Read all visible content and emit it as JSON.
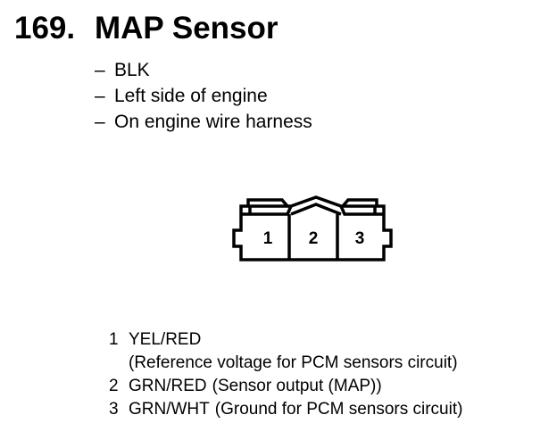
{
  "header": {
    "number": "169.",
    "title": "MAP Sensor"
  },
  "info": [
    "BLK",
    "Left side of engine",
    "On engine wire harness"
  ],
  "info_dash": "–",
  "connector": {
    "pins": [
      "1",
      "2",
      "3"
    ]
  },
  "pinout": [
    {
      "pin": "1",
      "wire": "YEL/RED",
      "description": "(Reference voltage for PCM sensors circuit)"
    },
    {
      "pin": "2",
      "wire": "GRN/RED",
      "description": "(Sensor output (MAP))"
    },
    {
      "pin": "3",
      "wire": "GRN/WHT",
      "description": "(Ground for PCM sensors circuit)"
    }
  ]
}
